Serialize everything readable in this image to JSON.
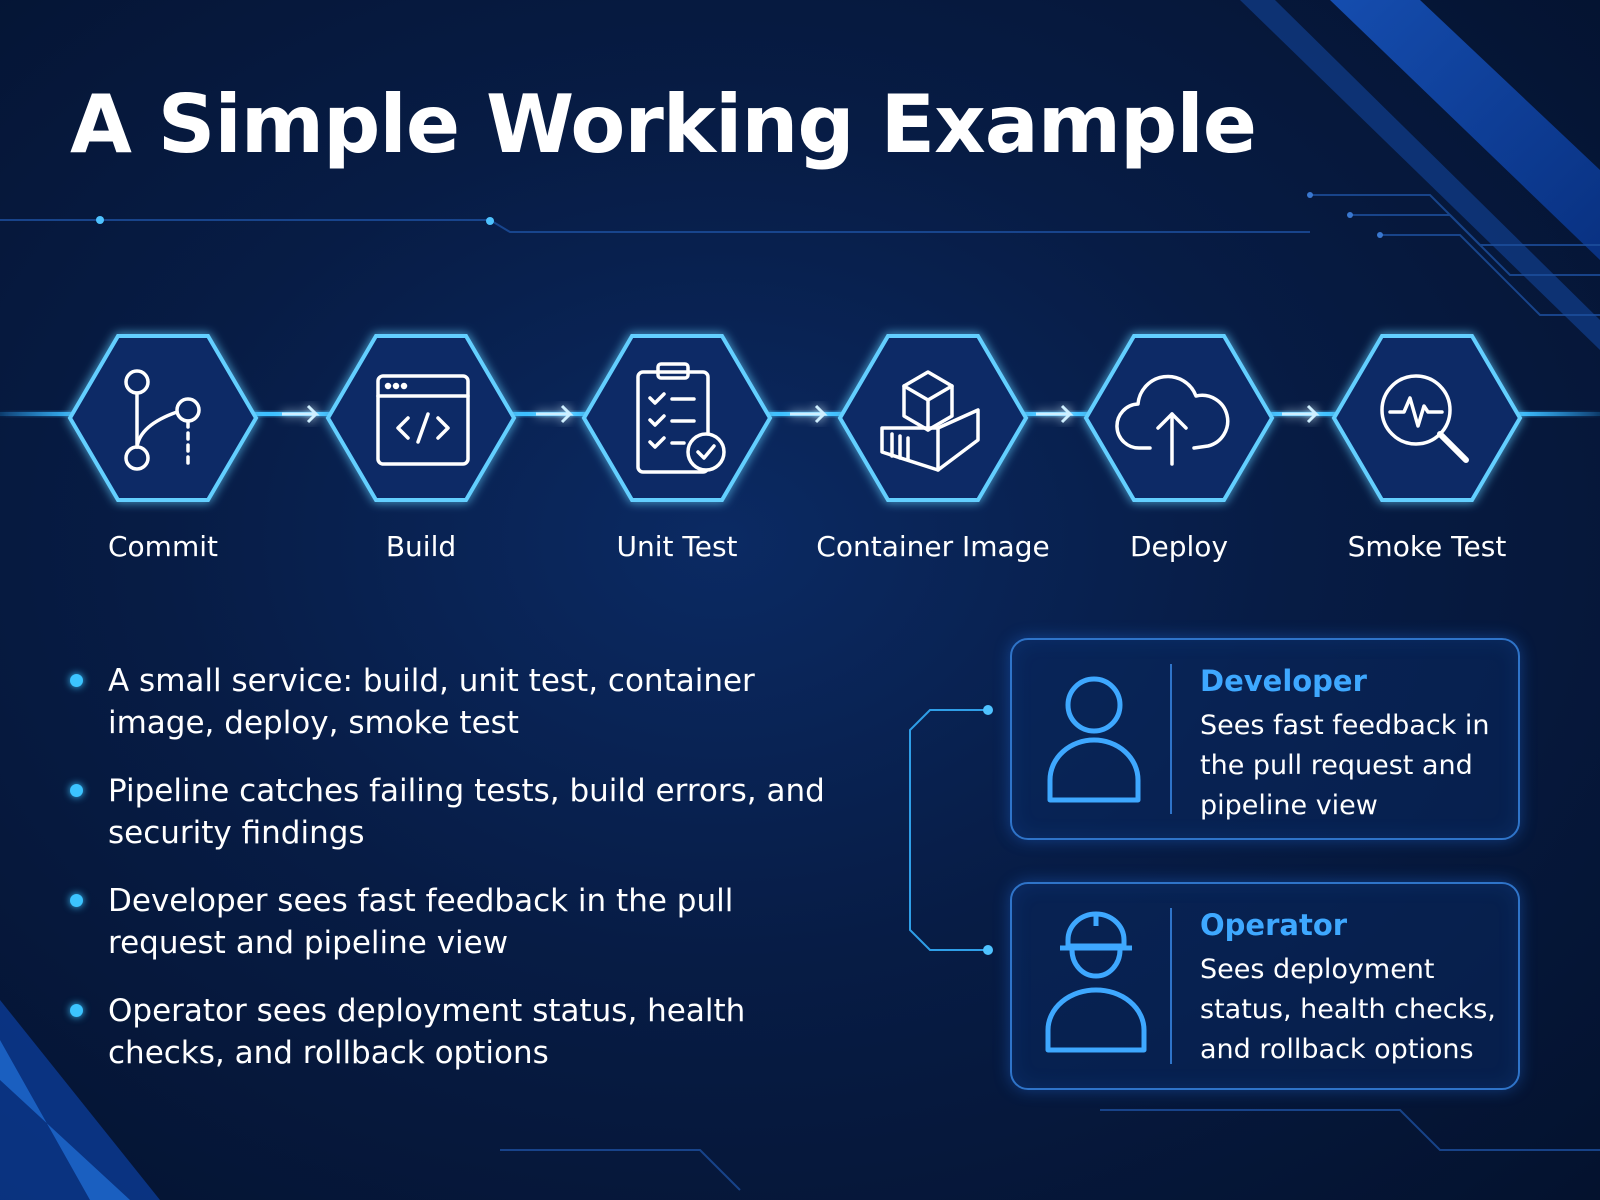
{
  "title": "A Simple Working Example",
  "colors": {
    "background": "#071c45",
    "accent": "#3ea8ff",
    "glow": "#4fc3ff",
    "card_border": "#2f74c9"
  },
  "pipeline": {
    "stages": [
      {
        "label": "Commit",
        "icon": "git-branch-icon"
      },
      {
        "label": "Build",
        "icon": "code-window-icon"
      },
      {
        "label": "Unit Test",
        "icon": "checklist-icon"
      },
      {
        "label": "Container Image",
        "icon": "container-box-icon"
      },
      {
        "label": "Deploy",
        "icon": "cloud-upload-icon"
      },
      {
        "label": "Smoke Test",
        "icon": "magnifier-pulse-icon"
      }
    ]
  },
  "bullets": [
    "A small service: build, unit test, container image, deploy, smoke test",
    "Pipeline catches failing tests, build errors, and security findings",
    "Developer sees fast feedback in the pull request and pipeline view",
    "Operator sees deployment status, health checks, and rollback options"
  ],
  "roles": [
    {
      "title": "Developer",
      "icon": "person-icon",
      "description": "Sees fast feedback in the pull request and pipeline view"
    },
    {
      "title": "Operator",
      "icon": "hardhat-worker-icon",
      "description": "Sees deployment status, health checks, and rollback options"
    }
  ]
}
